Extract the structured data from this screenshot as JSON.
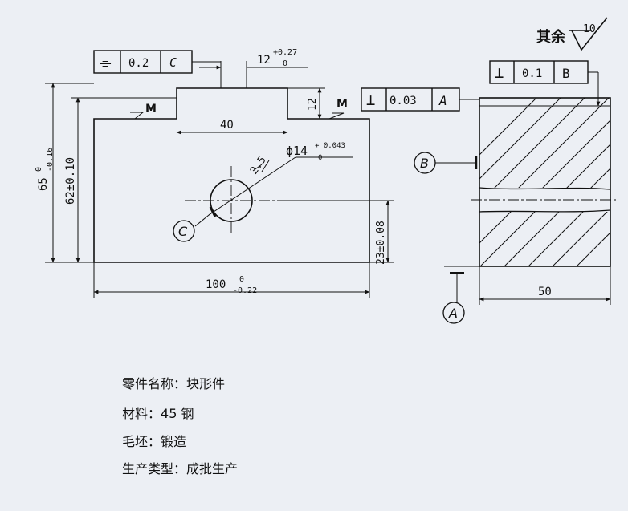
{
  "roughness": {
    "prefix": "其余",
    "value": "10"
  },
  "front_view": {
    "fcf_symmetry": {
      "symbol": "⌯",
      "tolerance": "0.2",
      "datum": "C"
    },
    "slot_width": {
      "nominal": "12",
      "upper": "+0.27",
      "lower": "0"
    },
    "slot_bottom_width": "40",
    "slot_depth": "12",
    "surface_mark_left": "M",
    "surface_mark_right": "M",
    "overall_height": {
      "nominal": "65",
      "upper": "0",
      "lower": "-0.16"
    },
    "height_to_slot": "62±0.10",
    "chamfer": "2.5",
    "hole_diameter": {
      "nominal": "ϕ14",
      "upper": "+ 0.043",
      "lower": "0"
    },
    "datum_c": "C",
    "hole_center_height": "23±0.08",
    "overall_width": {
      "nominal": "100",
      "upper": "0",
      "lower": "-0.22"
    }
  },
  "side_view": {
    "fcf_perp_top": {
      "symbol": "⊥",
      "tolerance": "0.1",
      "datum": "B"
    },
    "fcf_perp_left": {
      "symbol": "⊥",
      "tolerance": "0.03",
      "datum": "A"
    },
    "datum_b": "B",
    "datum_a": "A",
    "thickness": "50"
  },
  "notes": [
    {
      "label": "零件名称：",
      "value": "块形件"
    },
    {
      "label": "材料：",
      "value": "45 钢"
    },
    {
      "label": "毛坯：",
      "value": "锻造"
    },
    {
      "label": "生产类型：",
      "value": "成批生产"
    }
  ]
}
